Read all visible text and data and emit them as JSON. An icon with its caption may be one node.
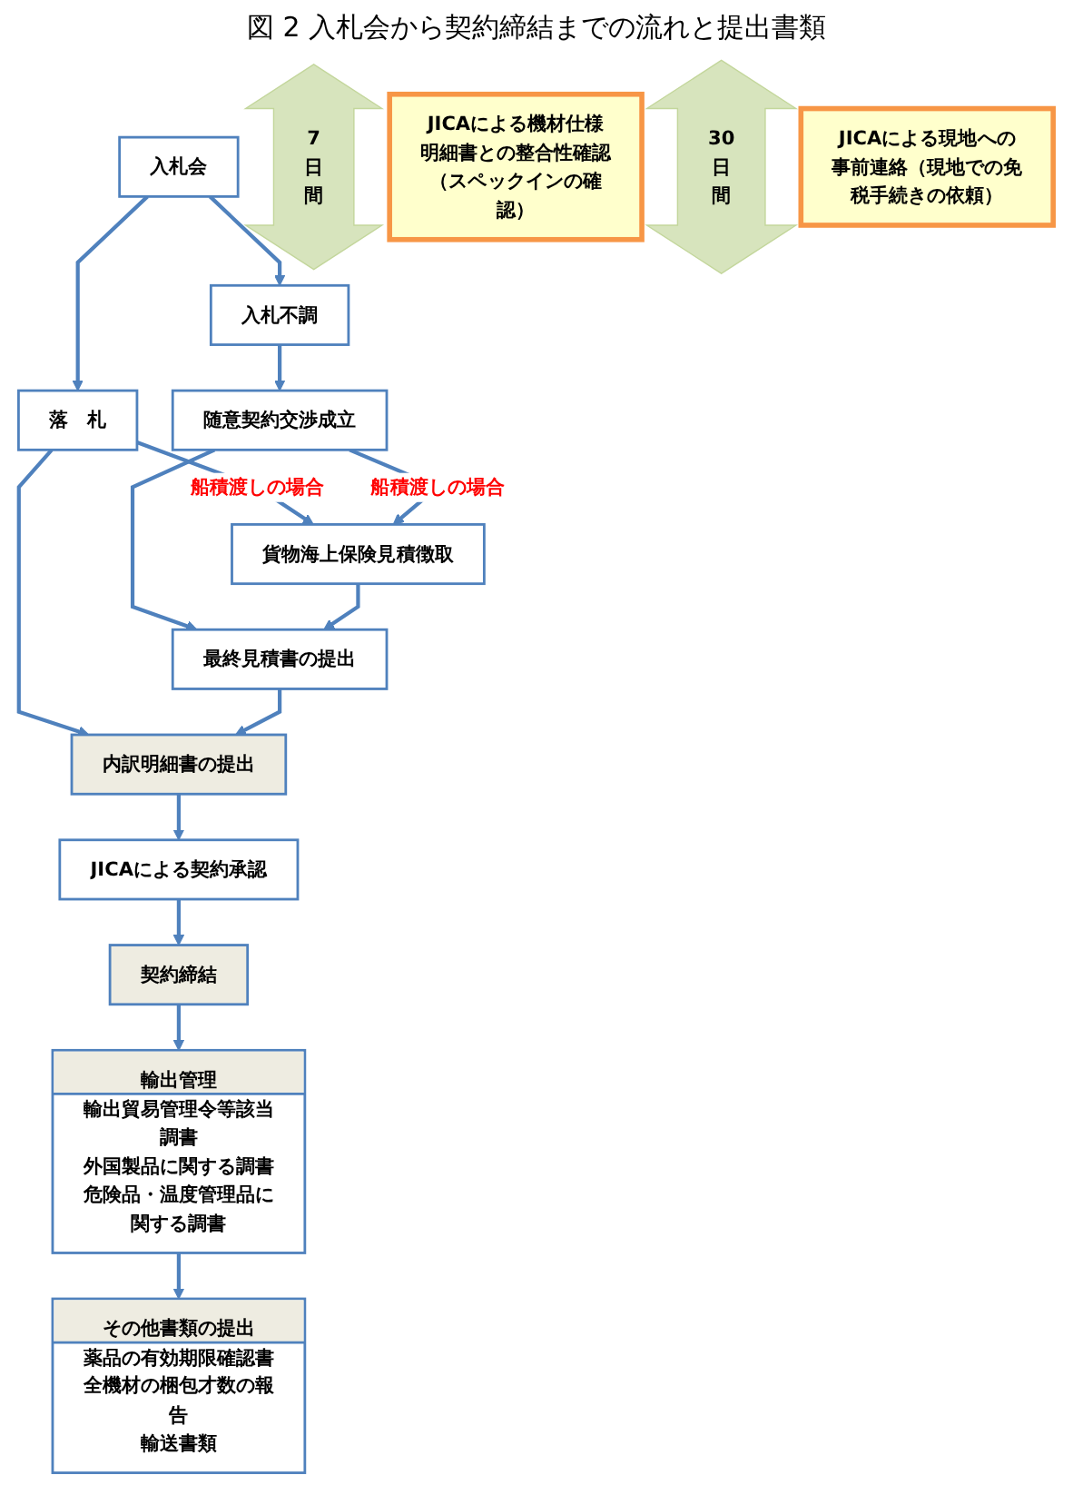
{
  "diagram": {
    "title": "図 2 入札会から契約締結までの流れと提出書類",
    "nodes": [
      {
        "text": [
          "入札会"
        ]
      },
      {
        "text": [
          "7日間"
        ]
      },
      {
        "text": [
          "落　札"
        ]
      },
      {
        "text": [
          "入札不調"
        ]
      },
      {
        "text": [
          "随意契約交渉成立"
        ]
      },
      {
        "text": [
          "貨物海上保険見積徴取"
        ]
      },
      {
        "text": [
          "最終見積書の提出"
        ]
      },
      {
        "text": [
          "内訳明細書の提出"
        ]
      },
      {
        "text": [
          "JICAによる機材仕様明細書との整合性確認（スペックインの確認）"
        ]
      },
      {
        "text": [
          "JICAによる契約承認"
        ]
      },
      {
        "text": [
          "契約締結"
        ]
      },
      {
        "text": [
          "30日間"
        ]
      },
      {
        "text": [
          "輸出管理",
          "輸出貿易管理令等該当調書",
          "外国製品に関する調書",
          "危険品・温度管理品に関する調書"
        ]
      },
      {
        "text": [
          "その他書類の提出",
          "薬品の有効期限確認書",
          "全機材の梱包才数の報告",
          "輸送書類"
        ]
      },
      {
        "text": [
          "JICAによる現地への事前連絡（現地での免税手続きの依頼）"
        ]
      }
    ],
    "edges": [
      {
        "from": 0,
        "to": 2,
        "arrow": "to"
      },
      {
        "from": 0,
        "to": 3,
        "arrow": "to"
      },
      {
        "from": 2,
        "to": 5,
        "arrow": "to",
        "label": "船積渡しの場合"
      },
      {
        "from": 2,
        "to": 7,
        "arrow": "to"
      },
      {
        "from": 3,
        "to": 4,
        "arrow": "to"
      },
      {
        "from": 4,
        "to": 5,
        "arrow": "to",
        "label": "船積渡しの場合"
      },
      {
        "from": 4,
        "to": 6,
        "arrow": "to"
      },
      {
        "from": 5,
        "to": 6,
        "arrow": "to"
      },
      {
        "from": 6,
        "to": 7,
        "arrow": "to"
      },
      {
        "from": 7,
        "to": 9,
        "arrow": "to"
      },
      {
        "from": 9,
        "to": 10,
        "arrow": "to"
      },
      {
        "from": 10,
        "to": 12,
        "arrow": "to"
      },
      {
        "from": 12,
        "to": 13,
        "arrow": "to"
      }
    ]
  }
}
